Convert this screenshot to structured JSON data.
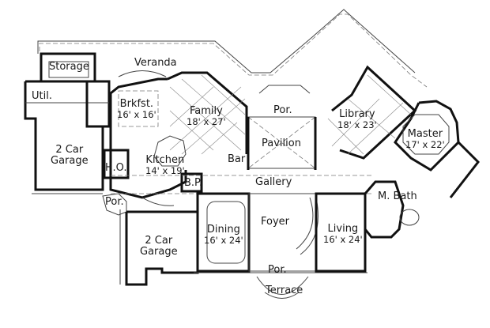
{
  "floor_plan": {
    "rooms": [
      {
        "name": "Storage",
        "dims": ""
      },
      {
        "name": "Veranda",
        "dims": ""
      },
      {
        "name": "Util.",
        "dims": ""
      },
      {
        "name": "Brkfst.",
        "dims": "16' x 16'"
      },
      {
        "name": "Family",
        "dims": "18' x 27'"
      },
      {
        "name": "Por.",
        "dims": ""
      },
      {
        "name": "Library",
        "dims": "18' x 23'"
      },
      {
        "name": "Master",
        "dims": "17' x 22'"
      },
      {
        "name": "2 Car Garage",
        "line1": "2 Car",
        "line2": "Garage",
        "dims": ""
      },
      {
        "name": "Pavilion",
        "dims": ""
      },
      {
        "name": "Kitchen",
        "dims": "14' x 19'"
      },
      {
        "name": "H.O.",
        "dims": ""
      },
      {
        "name": "Bar",
        "dims": ""
      },
      {
        "name": "B.P.",
        "dims": ""
      },
      {
        "name": "Gallery",
        "dims": ""
      },
      {
        "name": "M. Bath",
        "dims": ""
      },
      {
        "name": "Por.",
        "dims": ""
      },
      {
        "name": "Dining",
        "dims": "16' x 24'"
      },
      {
        "name": "Foyer",
        "dims": ""
      },
      {
        "name": "Living",
        "dims": "16' x 24'"
      },
      {
        "name": "2 Car Garage",
        "line1": "2 Car",
        "line2": "Garage",
        "dims": ""
      },
      {
        "name": "Por.",
        "dims": ""
      },
      {
        "name": "Terrace",
        "dims": ""
      }
    ]
  }
}
